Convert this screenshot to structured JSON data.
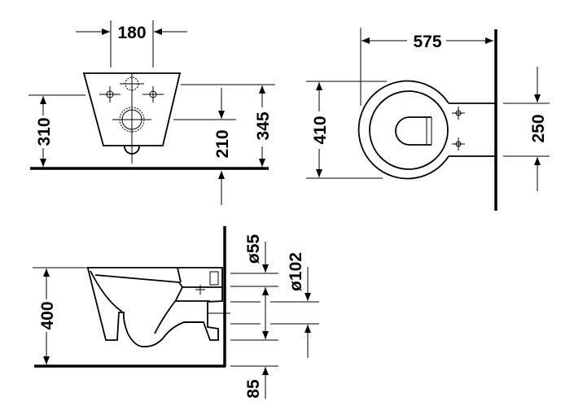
{
  "drawing": {
    "front_view": {
      "width_label": "180",
      "left_height_label": "310",
      "drain_height_label": "210",
      "total_height_label": "345"
    },
    "top_view": {
      "length_label": "575",
      "width_label": "410",
      "mount_spacing_label": "250"
    },
    "side_view": {
      "rim_height_label": "400",
      "inlet_diameter_label": "ø55",
      "outlet_diameter_label": "ø102",
      "inlet_offset_label": "85"
    }
  }
}
